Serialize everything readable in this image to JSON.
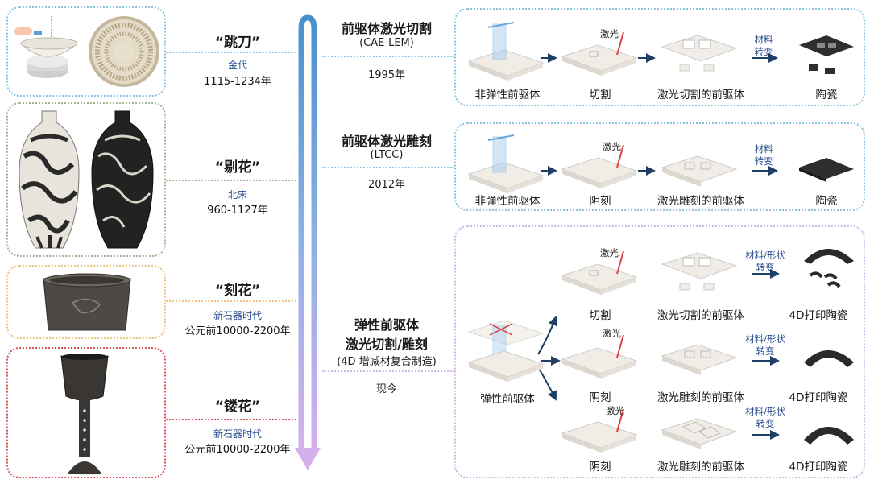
{
  "colors": {
    "blue_box": "#8cc3e0",
    "green_box": "#a4b592",
    "orange_box": "#f0c384",
    "red_box": "#d6545a",
    "purple_box": "#d2b6e6",
    "arrow_top": "#4a90c8",
    "arrow_bottom": "#d4b0ec"
  },
  "techniques": [
    {
      "name": "“跳刀”",
      "era": "金代",
      "years": "1115-1234年"
    },
    {
      "name": "“剔花”",
      "era": "北宋",
      "years": "960-1127年"
    },
    {
      "name": "“刻花”",
      "era": "新石器时代",
      "years": "公元前10000-2200年"
    },
    {
      "name": "“镂花”",
      "era": "新石器时代",
      "years": "公元前10000-2200年"
    }
  ],
  "methods": [
    {
      "title": "前驱体激光切割",
      "sub": "(CAE-LEM)",
      "year": "1995年"
    },
    {
      "title": "前驱体激光雕刻",
      "sub": "(LTCC)",
      "year": "2012年"
    },
    {
      "title_lines": [
        "弹性前驱体",
        "激光切割/雕刻"
      ],
      "sub": "(4D 增减材复合制造)",
      "year": "现今"
    }
  ],
  "row1": {
    "labels": [
      "非弹性前驱体",
      "切割",
      "激光切割的前驱体",
      "陶瓷"
    ],
    "laser": "激光",
    "transform": [
      "材料",
      "转变"
    ]
  },
  "row2": {
    "labels": [
      "非弹性前驱体",
      "阴刻",
      "激光雕刻的前驱体",
      "陶瓷"
    ],
    "laser": "激光",
    "transform": [
      "材料",
      "转变"
    ]
  },
  "row3": {
    "source_label": "弹性前驱体",
    "laser": "激光",
    "transform": [
      "材料/形状",
      "转变"
    ],
    "branches": [
      {
        "labels": [
          "切割",
          "激光切割的前驱体",
          "4D打印陶瓷"
        ]
      },
      {
        "labels": [
          "阴刻",
          "激光雕刻的前驱体",
          "4D打印陶瓷"
        ]
      },
      {
        "labels": [
          "阴刻",
          "激光雕刻的前驱体",
          "4D打印陶瓷"
        ]
      }
    ]
  }
}
